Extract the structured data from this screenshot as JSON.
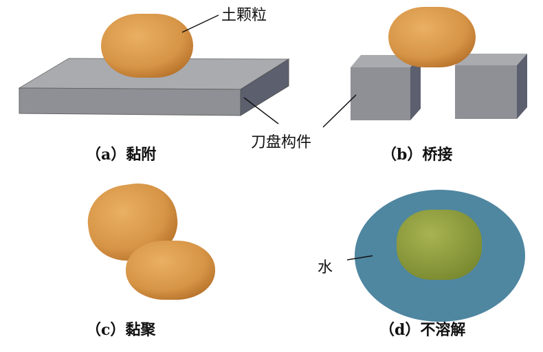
{
  "labels": {
    "soil_particle": "土颗粒",
    "cutter_component": "刀盘构件",
    "water": "水",
    "a": "（a）黏附",
    "b": "（b）桥接",
    "c": "（c）黏聚",
    "d": "（d）不溶解"
  },
  "colors": {
    "particle": "#d69446",
    "particle_dark": "#b8742c",
    "metal_top": "#a9abaf",
    "metal_front": "#8e9095",
    "metal_side": "#5b5f6e",
    "water": "#4f86a0",
    "particle_wet": "#8d9b3e"
  }
}
